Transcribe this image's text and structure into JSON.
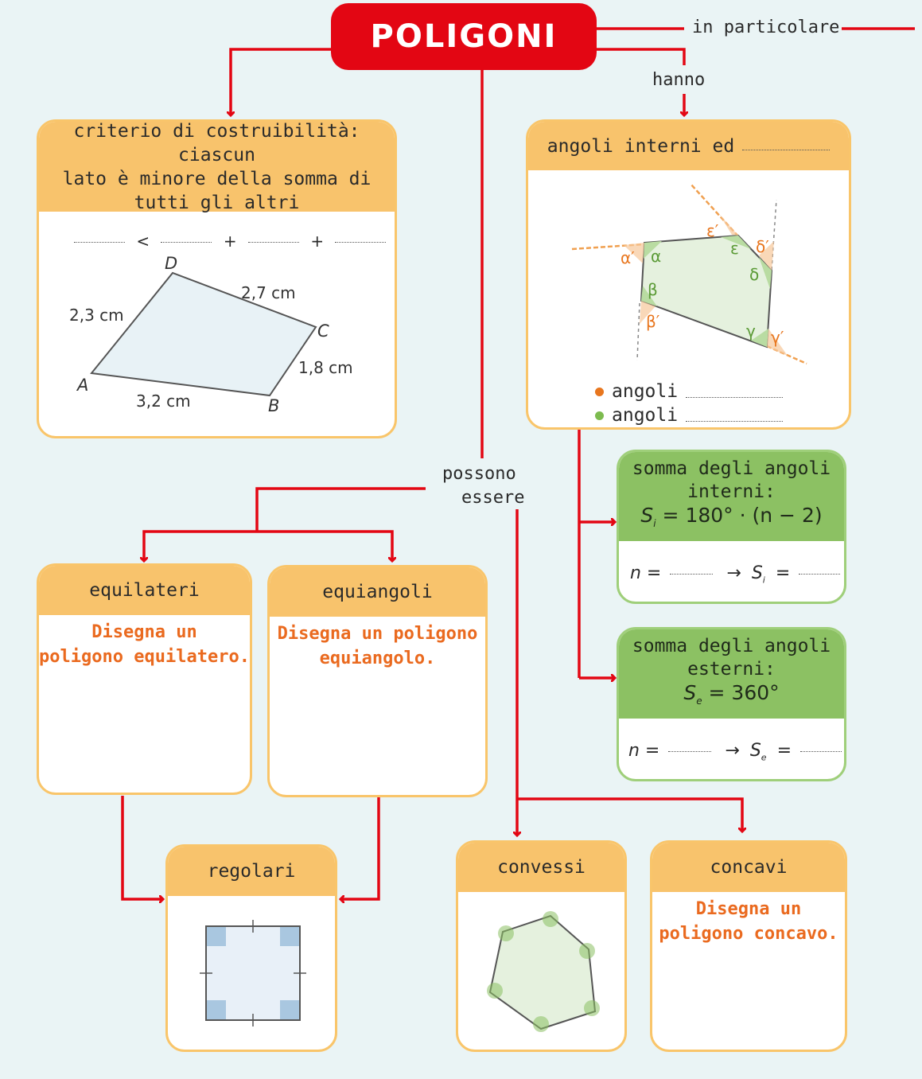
{
  "title": "POLIGONI",
  "connectors": {
    "in_particolare": "in particolare",
    "hanno": "hanno",
    "possono": "possono",
    "essere": "essere"
  },
  "criterio": {
    "heading_line1": "criterio di costruibilità: ciascun",
    "heading_line2": "lato è minore della somma di",
    "heading_line3": "tutti gli altri",
    "formula_lt": "<",
    "formula_plus1": "+",
    "formula_plus2": "+",
    "figure": {
      "vertex_A": "A",
      "vertex_B": "B",
      "vertex_C": "C",
      "vertex_D": "D",
      "side_AD": "2,3 cm",
      "side_DC": "2,7 cm",
      "side_CB": "1,8 cm",
      "side_AB": "3,2 cm"
    }
  },
  "angoli": {
    "heading": "angoli interni ed",
    "legend_1": "angoli",
    "legend_2": "angoli",
    "symbols": {
      "alpha": "α",
      "alpha_p": "α′",
      "beta": "β",
      "beta_p": "β′",
      "gamma": "γ",
      "gamma_p": "γ′",
      "delta": "δ",
      "delta_p": "δ′",
      "eps": "ε",
      "eps_p": "ε′"
    },
    "colors": {
      "external": "#f0a050",
      "internal": "#8cc163",
      "legend_orange": "#e8761e",
      "legend_green": "#7dbb4f"
    }
  },
  "somma_interni": {
    "line1": "somma degli angoli",
    "line2": "interni:",
    "formula_S": "S",
    "formula_sub": "i",
    "formula_rest": " = 180° · (n − 2)",
    "row_n": "n =",
    "row_arrow": "→",
    "row_S": "S",
    "row_sub": "i",
    "row_eq": "="
  },
  "somma_esterni": {
    "line1": "somma degli angoli",
    "line2": "esterni:",
    "formula_S": "S",
    "formula_sub": "e",
    "formula_rest": " = 360°",
    "row_n": "n =",
    "row_arrow": "→",
    "row_S": "S",
    "row_sub": "e",
    "row_eq": "="
  },
  "equilateri": {
    "heading": "equilateri",
    "text_line1": "Disegna un",
    "text_line2": "poligono equilatero."
  },
  "equiangoli": {
    "heading": "equiangoli",
    "text_line1": "Disegna un poligono",
    "text_line2": "equiangolo."
  },
  "regolari": {
    "heading": "regolari"
  },
  "convessi": {
    "heading": "convessi"
  },
  "concavi": {
    "heading": "concavi",
    "text_line1": "Disegna un",
    "text_line2": "poligono concavo."
  },
  "colors": {
    "red": "#e30613",
    "header": "#f8c36c",
    "green_header": "#8cc163",
    "orange_text": "#ea6a1f"
  }
}
